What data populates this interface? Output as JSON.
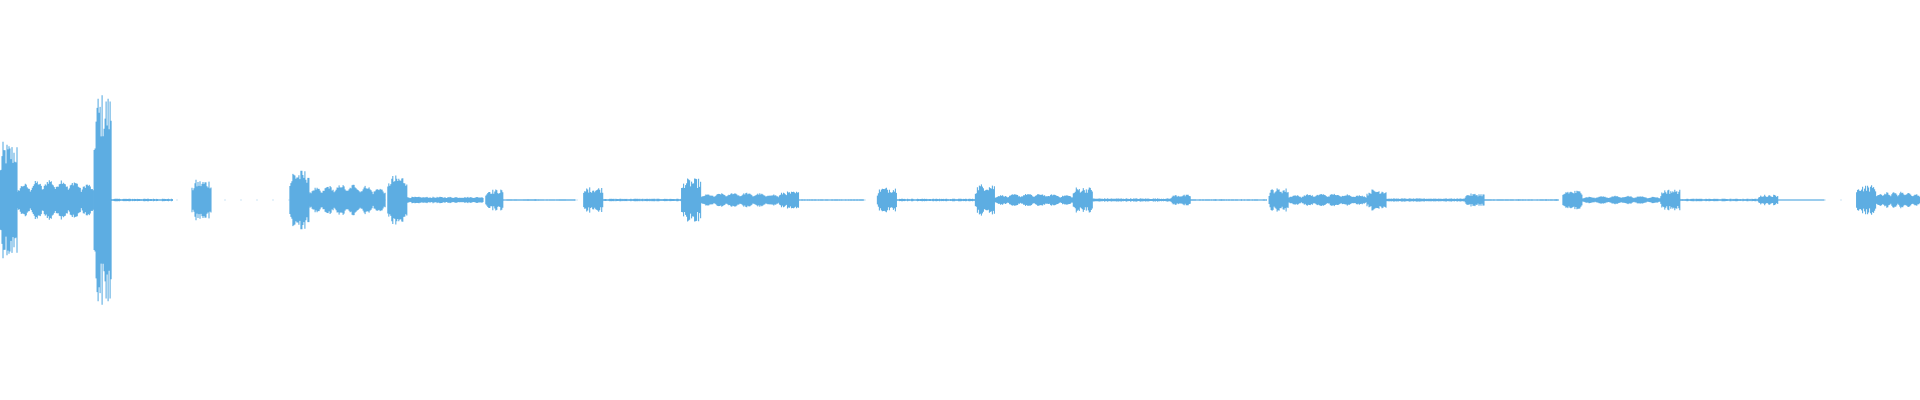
{
  "waveform": {
    "color": "#5dade2",
    "background": "#ffffff",
    "amplitude_scale": 1.0,
    "segments": [
      {
        "start": 0.0,
        "end": 0.009,
        "level": 0.54,
        "kind": "burst"
      },
      {
        "start": 0.009,
        "end": 0.049,
        "level": 0.2,
        "kind": "tremolo"
      },
      {
        "start": 0.049,
        "end": 0.058,
        "level": 1.0,
        "kind": "burst"
      },
      {
        "start": 0.058,
        "end": 0.09,
        "level": 0.012,
        "kind": "hum"
      },
      {
        "start": 0.1,
        "end": 0.11,
        "level": 0.19,
        "kind": "burst"
      },
      {
        "start": 0.151,
        "end": 0.161,
        "level": 0.28,
        "kind": "burst"
      },
      {
        "start": 0.161,
        "end": 0.201,
        "level": 0.15,
        "kind": "tremolo"
      },
      {
        "start": 0.202,
        "end": 0.212,
        "level": 0.23,
        "kind": "burst"
      },
      {
        "start": 0.212,
        "end": 0.252,
        "level": 0.03,
        "kind": "hum"
      },
      {
        "start": 0.253,
        "end": 0.262,
        "level": 0.1,
        "kind": "burst"
      },
      {
        "start": 0.262,
        "end": 0.3,
        "level": 0.008,
        "kind": "hum"
      },
      {
        "start": 0.304,
        "end": 0.314,
        "level": 0.12,
        "kind": "burst"
      },
      {
        "start": 0.314,
        "end": 0.355,
        "level": 0.012,
        "kind": "hum"
      },
      {
        "start": 0.355,
        "end": 0.365,
        "level": 0.2,
        "kind": "burst"
      },
      {
        "start": 0.365,
        "end": 0.406,
        "level": 0.07,
        "kind": "tremolo"
      },
      {
        "start": 0.406,
        "end": 0.416,
        "level": 0.08,
        "kind": "burst"
      },
      {
        "start": 0.416,
        "end": 0.45,
        "level": 0.008,
        "kind": "hum"
      },
      {
        "start": 0.457,
        "end": 0.467,
        "level": 0.12,
        "kind": "burst"
      },
      {
        "start": 0.467,
        "end": 0.508,
        "level": 0.012,
        "kind": "hum"
      },
      {
        "start": 0.508,
        "end": 0.518,
        "level": 0.15,
        "kind": "burst"
      },
      {
        "start": 0.518,
        "end": 0.559,
        "level": 0.06,
        "kind": "tremolo"
      },
      {
        "start": 0.559,
        "end": 0.569,
        "level": 0.12,
        "kind": "burst"
      },
      {
        "start": 0.569,
        "end": 0.61,
        "level": 0.015,
        "kind": "hum"
      },
      {
        "start": 0.61,
        "end": 0.62,
        "level": 0.05,
        "kind": "burst"
      },
      {
        "start": 0.62,
        "end": 0.66,
        "level": 0.008,
        "kind": "hum"
      },
      {
        "start": 0.661,
        "end": 0.671,
        "level": 0.11,
        "kind": "burst"
      },
      {
        "start": 0.671,
        "end": 0.712,
        "level": 0.06,
        "kind": "tremolo"
      },
      {
        "start": 0.712,
        "end": 0.722,
        "level": 0.1,
        "kind": "burst"
      },
      {
        "start": 0.722,
        "end": 0.763,
        "level": 0.015,
        "kind": "hum"
      },
      {
        "start": 0.763,
        "end": 0.773,
        "level": 0.06,
        "kind": "burst"
      },
      {
        "start": 0.773,
        "end": 0.812,
        "level": 0.008,
        "kind": "hum"
      },
      {
        "start": 0.814,
        "end": 0.824,
        "level": 0.09,
        "kind": "burst"
      },
      {
        "start": 0.824,
        "end": 0.865,
        "level": 0.04,
        "kind": "tremolo"
      },
      {
        "start": 0.865,
        "end": 0.875,
        "level": 0.1,
        "kind": "burst"
      },
      {
        "start": 0.875,
        "end": 0.916,
        "level": 0.012,
        "kind": "hum"
      },
      {
        "start": 0.916,
        "end": 0.926,
        "level": 0.05,
        "kind": "burst"
      },
      {
        "start": 0.926,
        "end": 0.95,
        "level": 0.006,
        "kind": "hum"
      },
      {
        "start": 0.967,
        "end": 0.977,
        "level": 0.14,
        "kind": "burst"
      },
      {
        "start": 0.977,
        "end": 1.0,
        "level": 0.08,
        "kind": "tremolo"
      }
    ]
  }
}
